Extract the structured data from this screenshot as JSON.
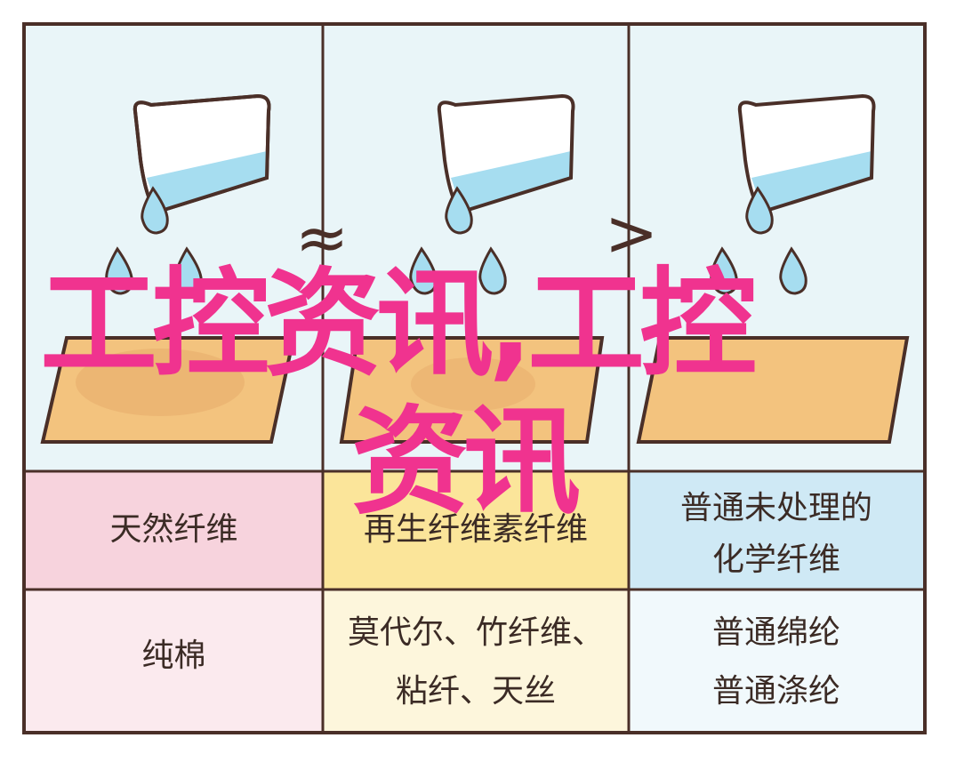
{
  "overlay_text": {
    "line1": "工控资讯,工控",
    "line2": "资讯"
  },
  "comparison_symbols": {
    "first": "≈",
    "second": ">"
  },
  "columns": [
    {
      "category": "天然纤维",
      "example_lines": [
        "纯棉"
      ],
      "category_color": "#f7d3dd"
    },
    {
      "category": "再生纤维素纤维",
      "example_lines": [
        "莫代尔、竹纤维、",
        "粘纤、天丝"
      ],
      "category_color": "#fbe59a"
    },
    {
      "category_lines": [
        "普通未处理的",
        "化学纤维"
      ],
      "example_lines": [
        "普通绵纶",
        "普通涤纶"
      ],
      "category_color": "#cfe9f5"
    }
  ],
  "colors": {
    "panel_bg": "#e9f5f8",
    "outline": "#4a2f28",
    "water": "#a6ddf0",
    "board": "#f3c37e",
    "overlay": "#f0338f"
  }
}
